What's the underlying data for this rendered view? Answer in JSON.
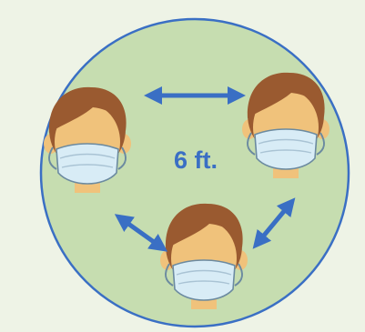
{
  "diagram": {
    "distance_label": "6 ft.",
    "colors": {
      "background": "#eef3e6",
      "circle_fill": "#c6ddb0",
      "circle_stroke": "#3a6fc4",
      "arrow": "#3a6fc4",
      "hair": "#9a5a30",
      "skin": "#f0c27b",
      "mask": "#d8ecf6",
      "mask_stroke": "#6b8aa0"
    },
    "people": [
      {
        "name": "person-left",
        "icon": "masked-person-icon"
      },
      {
        "name": "person-right",
        "icon": "masked-person-icon"
      },
      {
        "name": "person-bottom",
        "icon": "masked-person-icon"
      }
    ],
    "arrows": [
      {
        "name": "arrow-top",
        "icon": "double-arrow-icon"
      },
      {
        "name": "arrow-bottom-left",
        "icon": "double-arrow-icon"
      },
      {
        "name": "arrow-bottom-right",
        "icon": "double-arrow-icon"
      }
    ]
  }
}
